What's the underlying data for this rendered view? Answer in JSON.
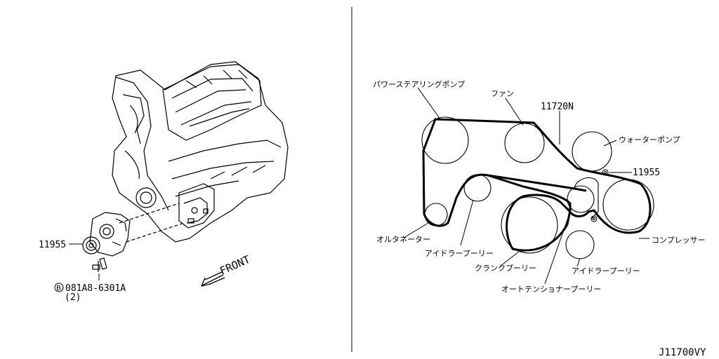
{
  "left_panel": {
    "part_tensioner": "11955",
    "bolt_code": "081A8-6301A",
    "bolt_prefix": "B",
    "bolt_qty": "(2)",
    "front_label": "FRONT"
  },
  "right_panel": {
    "belt_part": "11720N",
    "tensioner_part": "11955",
    "labels": {
      "power_steering_pump": "パワーステアリングポンプ",
      "fan": "ファン",
      "water_pump": "ウォーターポンプ",
      "alternator": "オルタネーター",
      "idler_pulley_left": "アイドラープーリー",
      "crank_pulley": "クランクプーリー",
      "idler_pulley_right": "アイドラープーリー",
      "auto_tensioner_pulley": "オートテンショナープーリー",
      "compressor": "コンプレッサー"
    }
  },
  "diagram_id": "J11700VY"
}
